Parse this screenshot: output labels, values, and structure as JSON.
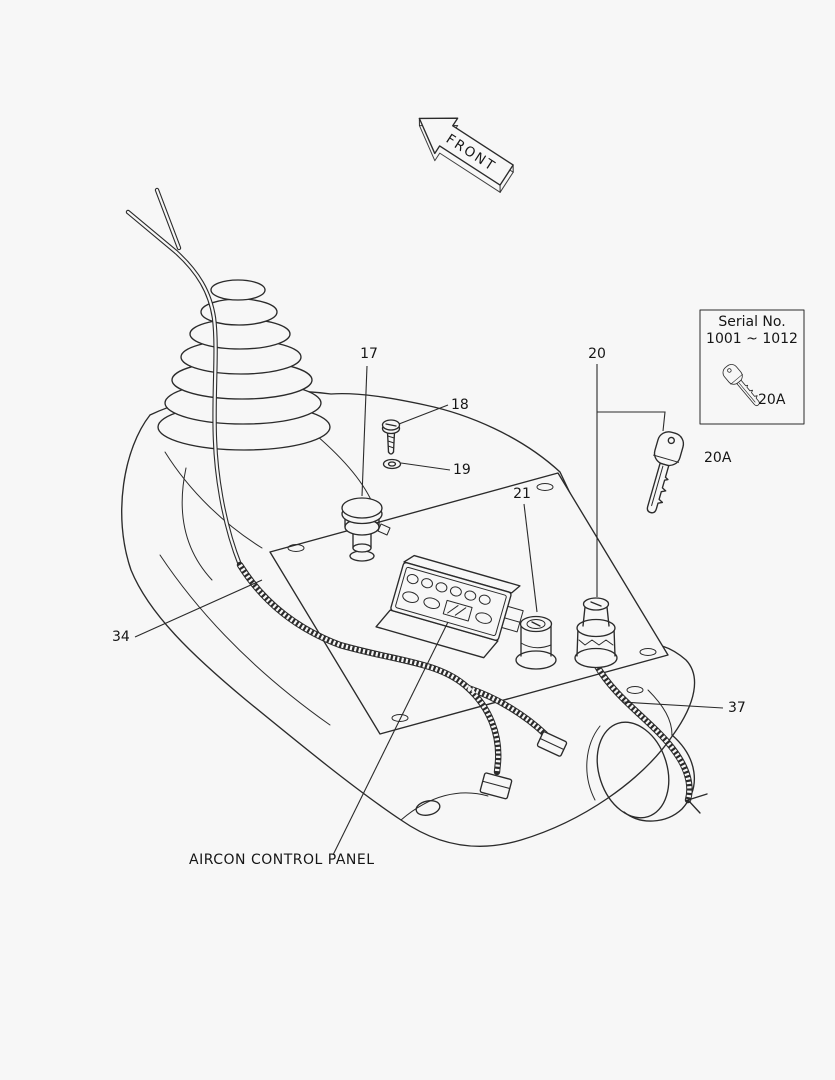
{
  "page": {
    "background": "#f7f7f7",
    "line_color": "#2b2b2b"
  },
  "front_arrow": {
    "label": "FRONT"
  },
  "serial_note": {
    "title": "Serial No.",
    "range": "1001 ~ 1012",
    "key_callout": "20A"
  },
  "callouts": {
    "c17": "17",
    "c18": "18",
    "c19": "19",
    "c20": "20",
    "c21": "21",
    "c34": "34",
    "c37": "37",
    "key_main": "20A",
    "panel_label": "AIRCON CONTROL PANEL"
  }
}
